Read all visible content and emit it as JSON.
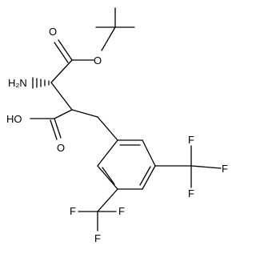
{
  "structure": {
    "labels": {
      "o_carbonyl_top": "O",
      "o_ester": "O",
      "nh2": "H₂N",
      "oh": "HO",
      "o_carbonyl_acid": "O",
      "f1": "F",
      "f2": "F",
      "f3": "F",
      "f4": "F",
      "f5": "F",
      "f6": "F"
    }
  }
}
